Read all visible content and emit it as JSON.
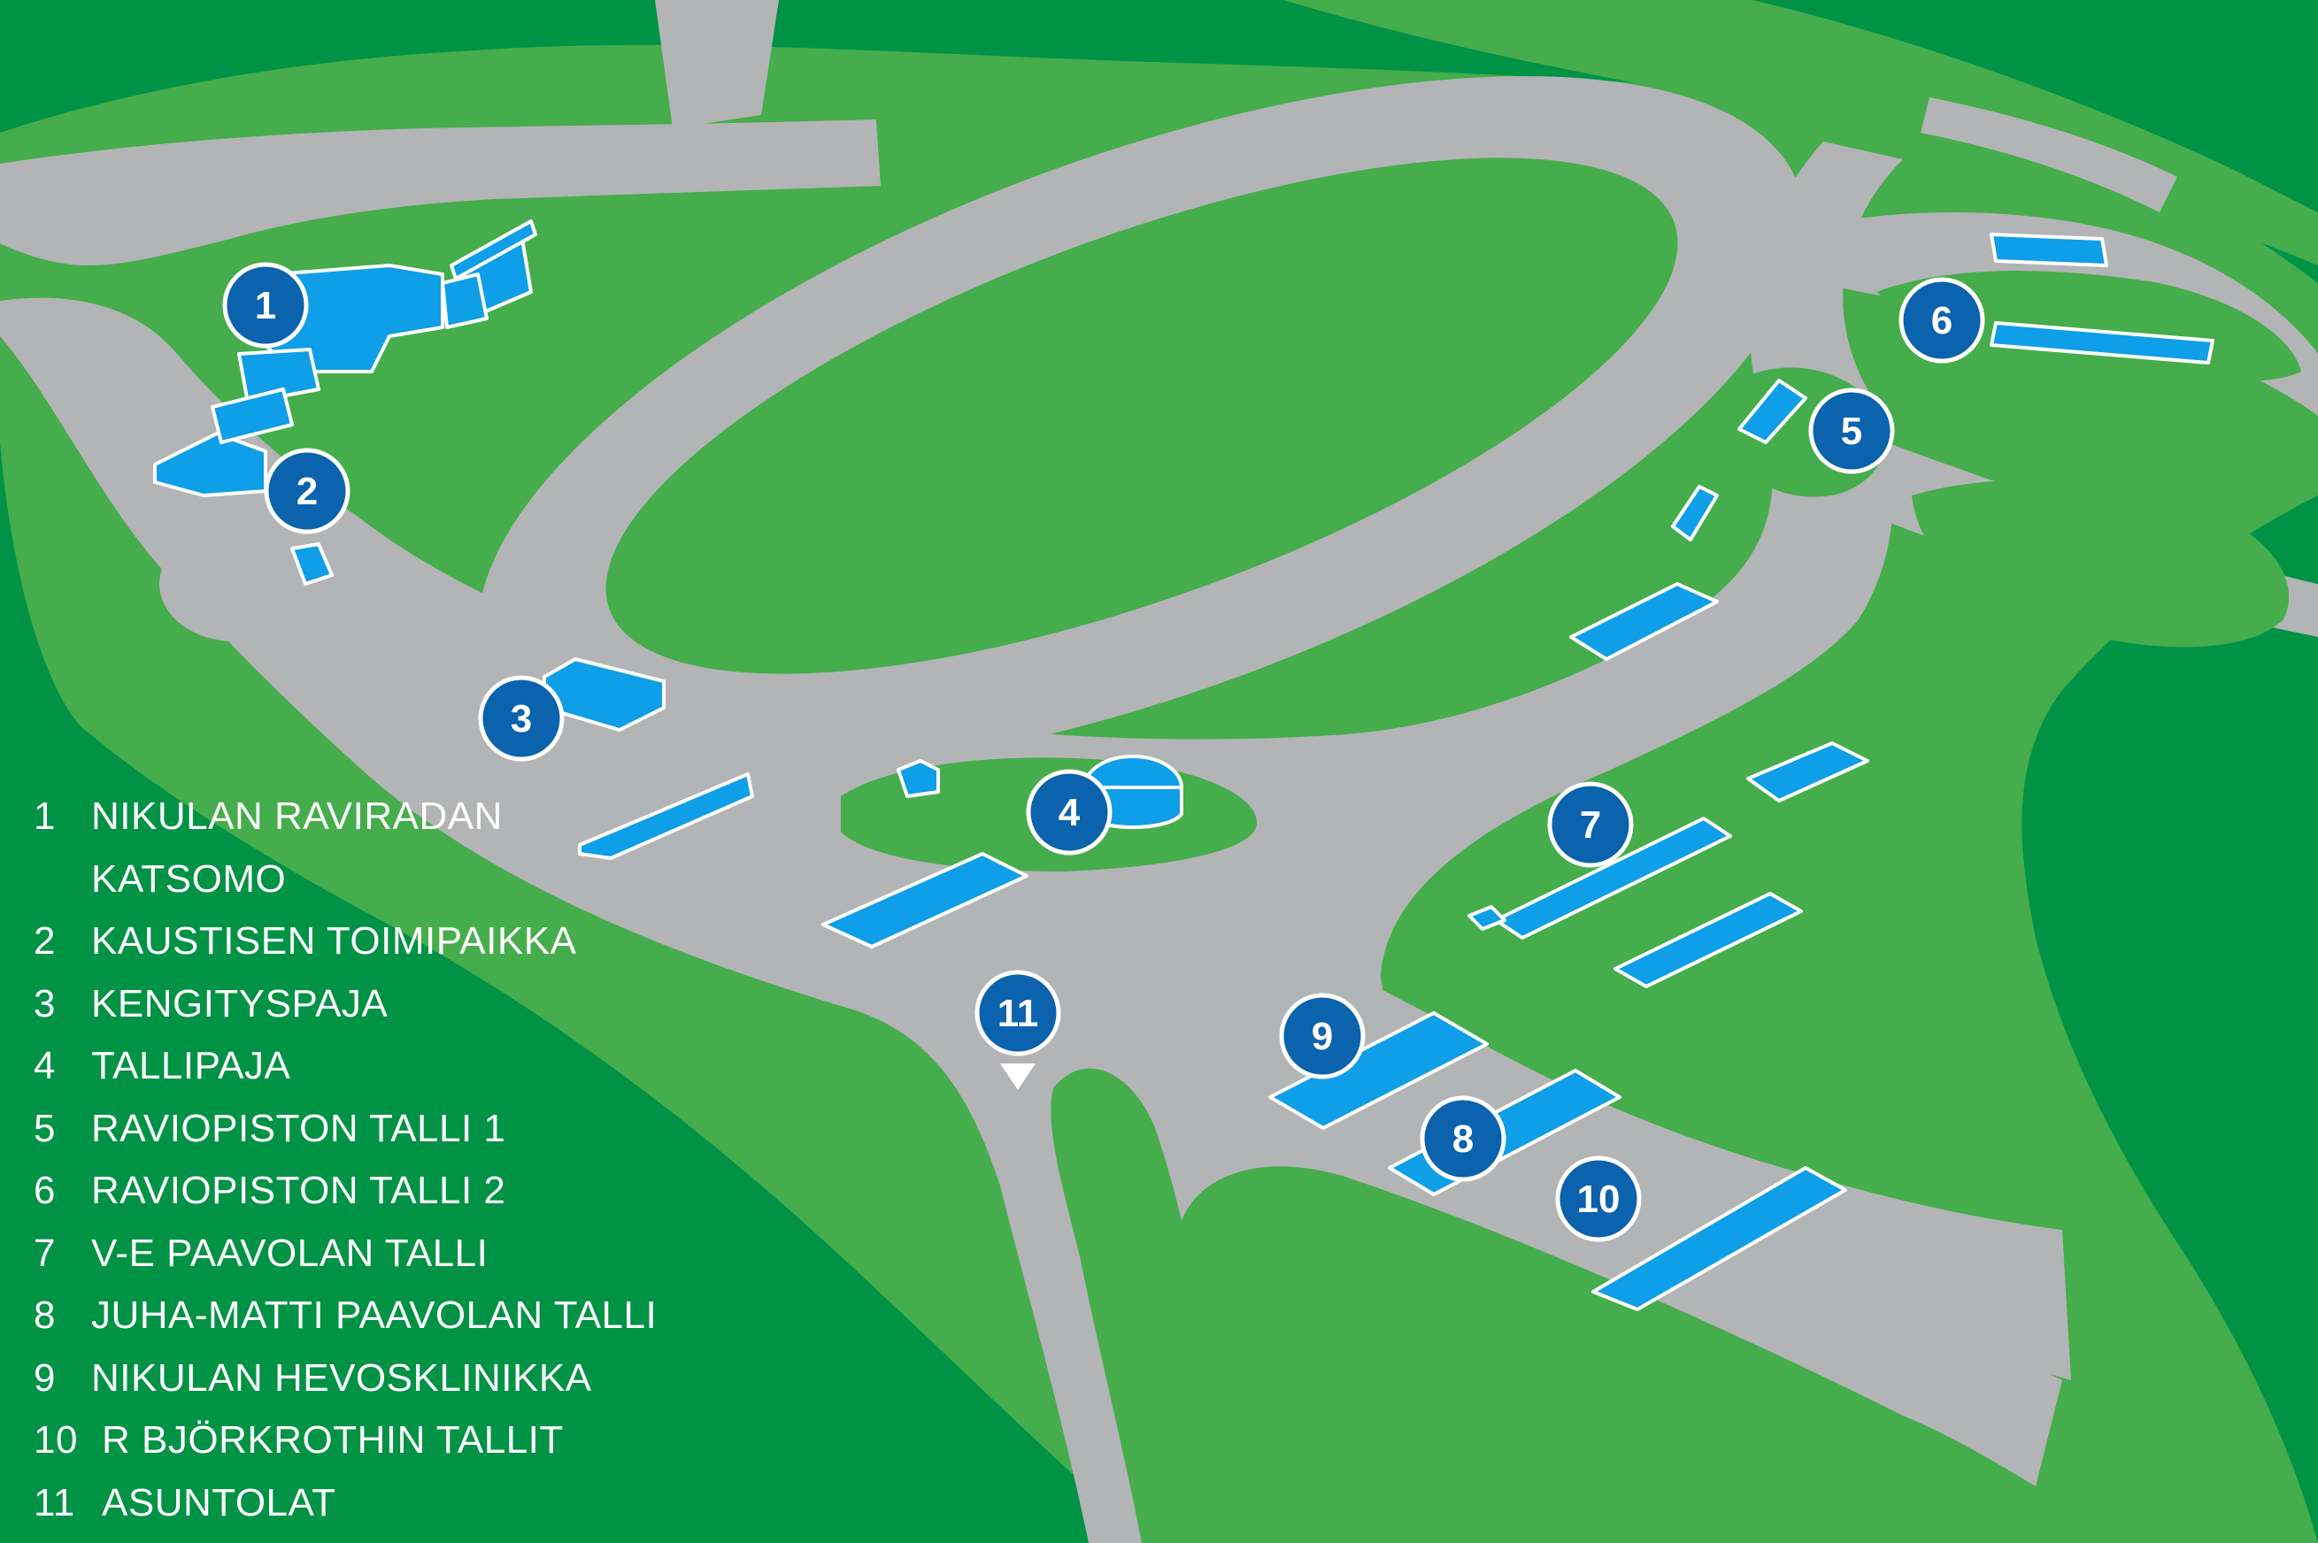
{
  "colors": {
    "background": "#009245",
    "grass": "#45ad4c",
    "road": "#b3b4b6",
    "building": "#0f9ee8",
    "building_edge": "#ffffff",
    "marker": "#0b62ad",
    "text": "#ffffff"
  },
  "markers": [
    {
      "id": "1",
      "label": "1"
    },
    {
      "id": "2",
      "label": "2"
    },
    {
      "id": "3",
      "label": "3"
    },
    {
      "id": "4",
      "label": "4"
    },
    {
      "id": "5",
      "label": "5"
    },
    {
      "id": "6",
      "label": "6"
    },
    {
      "id": "7",
      "label": "7"
    },
    {
      "id": "8",
      "label": "8"
    },
    {
      "id": "9",
      "label": "9"
    },
    {
      "id": "10",
      "label": "10"
    },
    {
      "id": "11",
      "label": "11"
    }
  ],
  "legend": [
    {
      "num": "1",
      "label": "NIKULAN RAVIRADAN",
      "cont": "KATSOMO"
    },
    {
      "num": "2",
      "label": "KAUSTISEN TOIMIPAIKKA"
    },
    {
      "num": "3",
      "label": "KENGITYSPAJA"
    },
    {
      "num": "4",
      "label": "TALLIPAJA"
    },
    {
      "num": "5",
      "label": "RAVIOPISTON TALLI 1"
    },
    {
      "num": "6",
      "label": "RAVIOPISTON TALLI 2"
    },
    {
      "num": "7",
      "label": "V-E PAAVOLAN TALLI"
    },
    {
      "num": "8",
      "label": "JUHA-MATTI PAAVOLAN TALLI"
    },
    {
      "num": "9",
      "label": "NIKULAN HEVOSKLINIKKA"
    },
    {
      "num": "10",
      "label": "R BJÖRKROTHIN TALLIT"
    },
    {
      "num": "11",
      "label": "ASUNTOLAT"
    }
  ]
}
